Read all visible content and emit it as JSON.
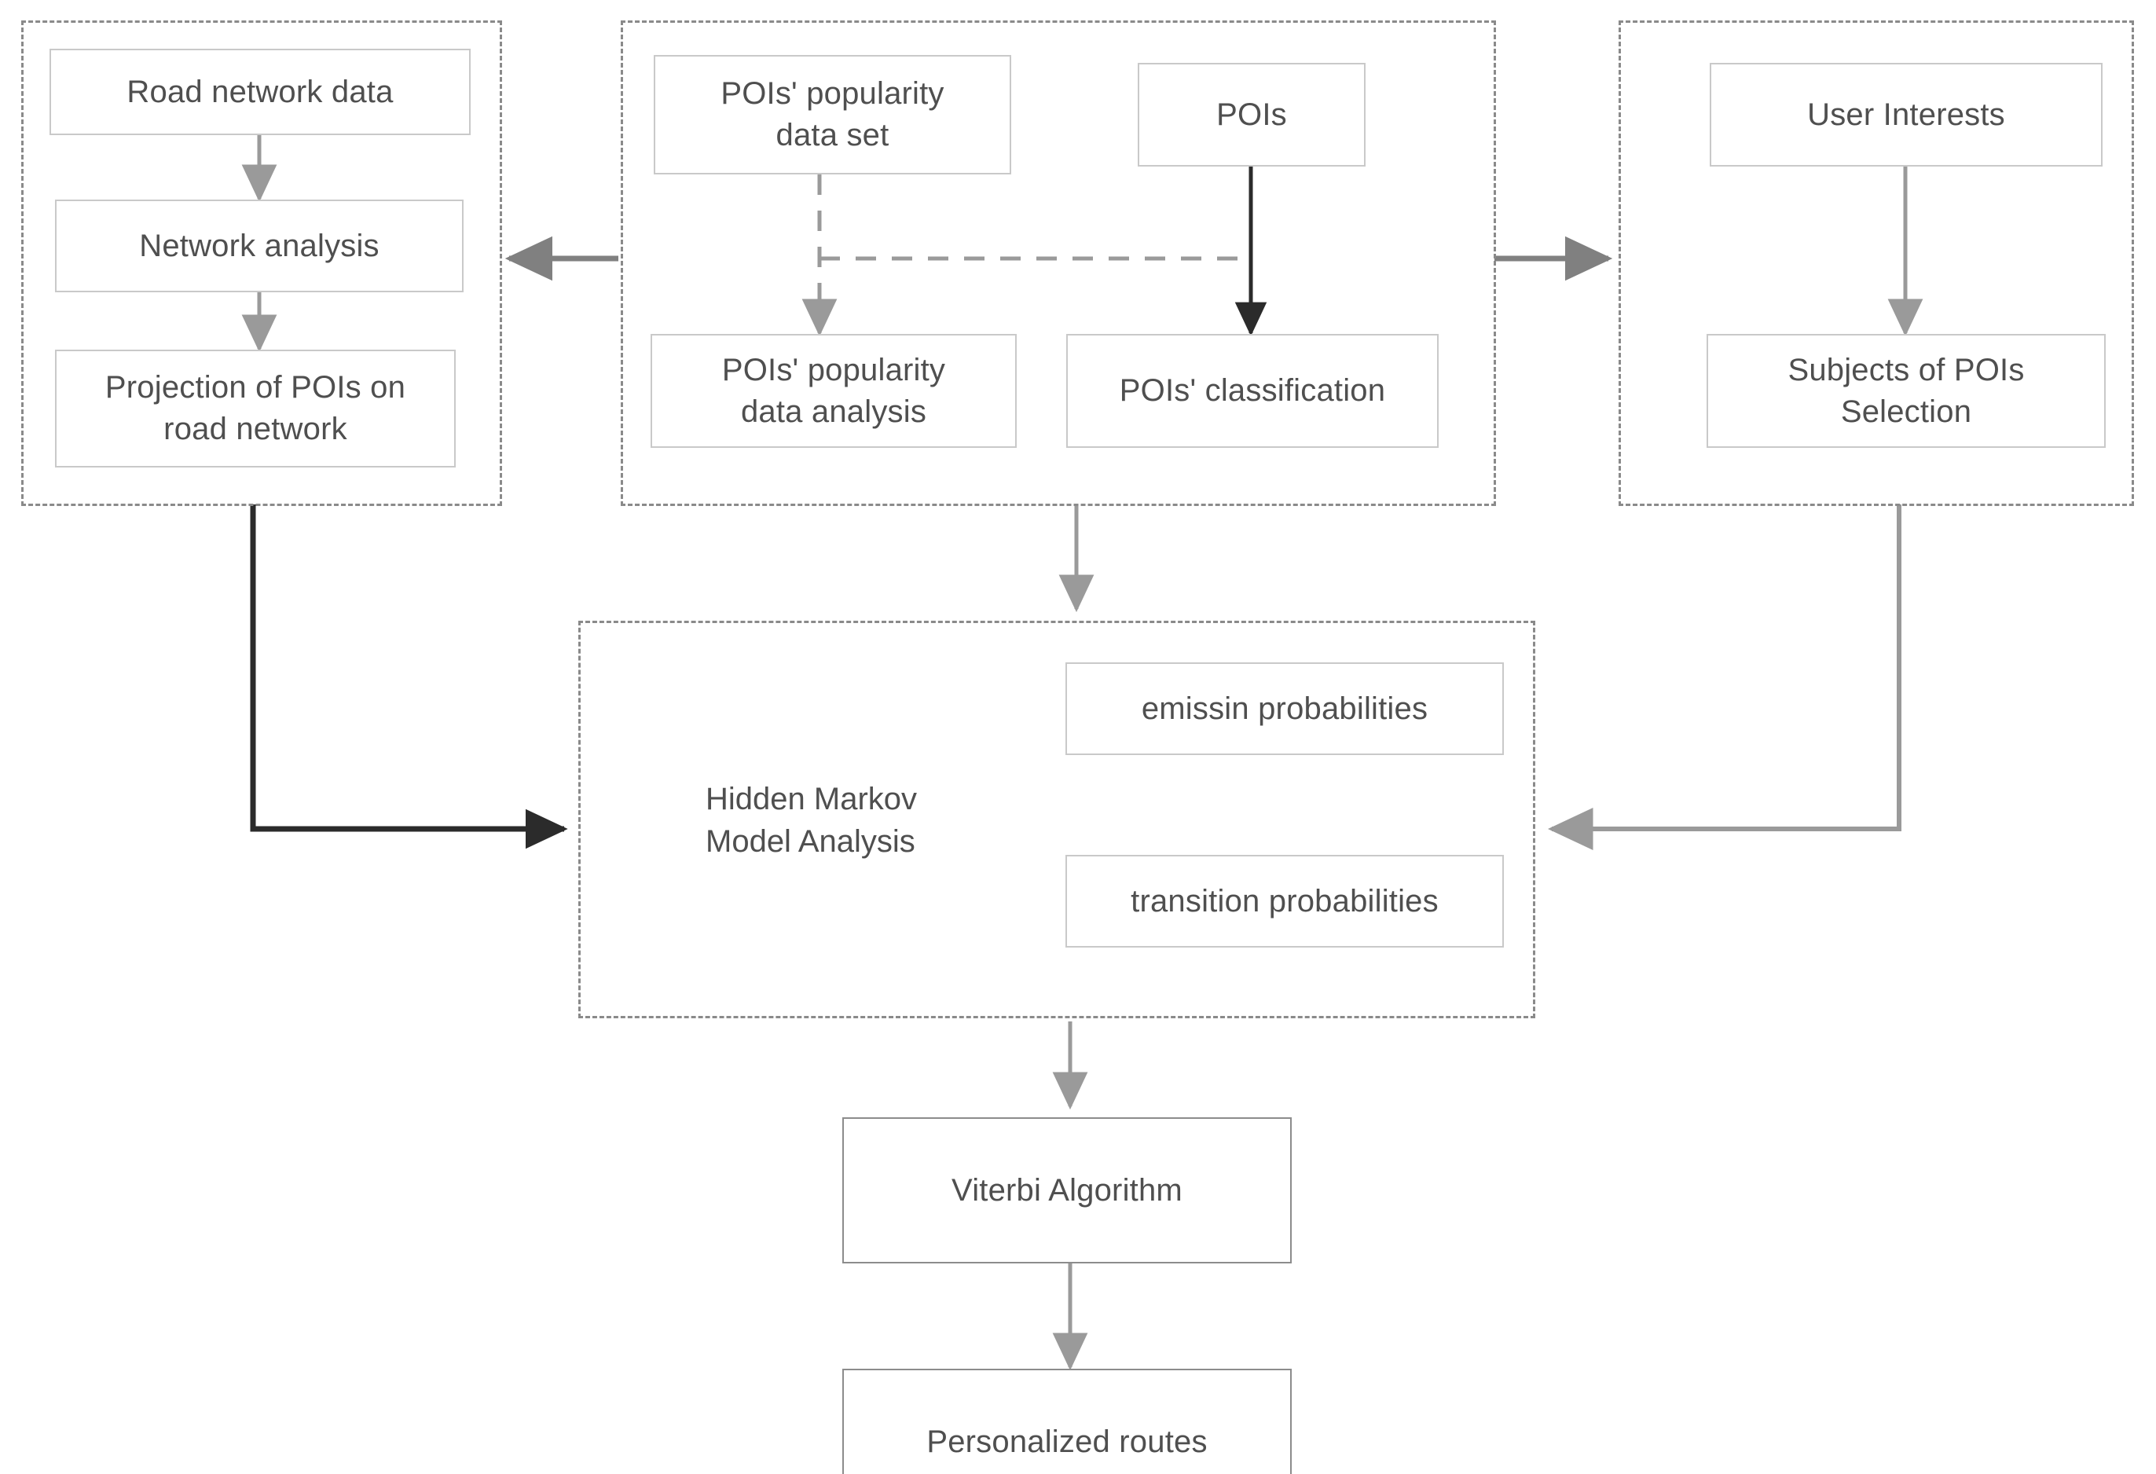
{
  "diagram": {
    "title": "Personalized route recommendation workflow",
    "colors": {
      "node_border": "#c9c9c9",
      "node_border_strong": "#8c8c8c",
      "group_border": "#8a8a8a",
      "text": "#4f4f4f",
      "arrow_gray": "#9a9a9a",
      "arrow_mid_gray": "#808080",
      "arrow_dark": "#2b2b2b",
      "background": "#ffffff"
    }
  },
  "groups": [
    {
      "id": "road-network-group",
      "name": "road-network-group"
    },
    {
      "id": "poi-data-group",
      "name": "poi-data-group"
    },
    {
      "id": "user-interests-group",
      "name": "user-interests-group"
    },
    {
      "id": "hmm-group",
      "name": "hidden-markov-model-group"
    }
  ],
  "nodes": {
    "road_network_data": "Road network data",
    "network_analysis": "Network analysis",
    "projection_of_pois": "Projection of POIs on\nroad network",
    "pois_popularity_data_set": "POIs' popularity\ndata set",
    "pois": "POIs",
    "pois_popularity_data_analysis": "POIs' popularity\ndata analysis",
    "pois_classification": "POIs' classification",
    "user_interests": "User Interests",
    "subjects_of_pois_selection": "Subjects of POIs\nSelection",
    "hidden_markov_model_analysis": "Hidden Markov\nModel Analysis",
    "emission_probabilities": "emissin probabilities",
    "transition_probabilities": "transition probabilities",
    "viterbi_algorithm": "Viterbi Algorithm",
    "personalized_routes": "Personalized routes"
  },
  "edges": [
    {
      "from": "road_network_data",
      "to": "network_analysis",
      "style": "solid",
      "color": "gray"
    },
    {
      "from": "network_analysis",
      "to": "projection_of_pois",
      "style": "solid",
      "color": "gray"
    },
    {
      "from": "pois_popularity_data_set",
      "to": "pois_popularity_data_analysis",
      "style": "dashed",
      "color": "gray"
    },
    {
      "from": "pois",
      "to": "pois_classification",
      "style": "solid",
      "color": "dark"
    },
    {
      "from": "poi-data-group",
      "to": "road-network-group",
      "style": "solid",
      "color": "mid-gray"
    },
    {
      "from": "poi-data-group",
      "to": "user-interests-group",
      "style": "solid",
      "color": "mid-gray"
    },
    {
      "from": "pois_popularity_data_set",
      "to": "pois",
      "style": "dashed",
      "color": "gray",
      "orientation": "horizontal"
    },
    {
      "from": "user_interests",
      "to": "subjects_of_pois_selection",
      "style": "solid",
      "color": "gray"
    },
    {
      "from": "road-network-group",
      "to": "hmm-group",
      "style": "solid",
      "color": "dark"
    },
    {
      "from": "poi-data-group",
      "to": "hmm-group",
      "style": "solid",
      "color": "gray"
    },
    {
      "from": "user-interests-group",
      "to": "hmm-group",
      "style": "solid",
      "color": "gray"
    },
    {
      "from": "hmm-group",
      "to": "viterbi_algorithm",
      "style": "solid",
      "color": "gray"
    },
    {
      "from": "viterbi_algorithm",
      "to": "personalized_routes",
      "style": "solid",
      "color": "gray"
    }
  ]
}
